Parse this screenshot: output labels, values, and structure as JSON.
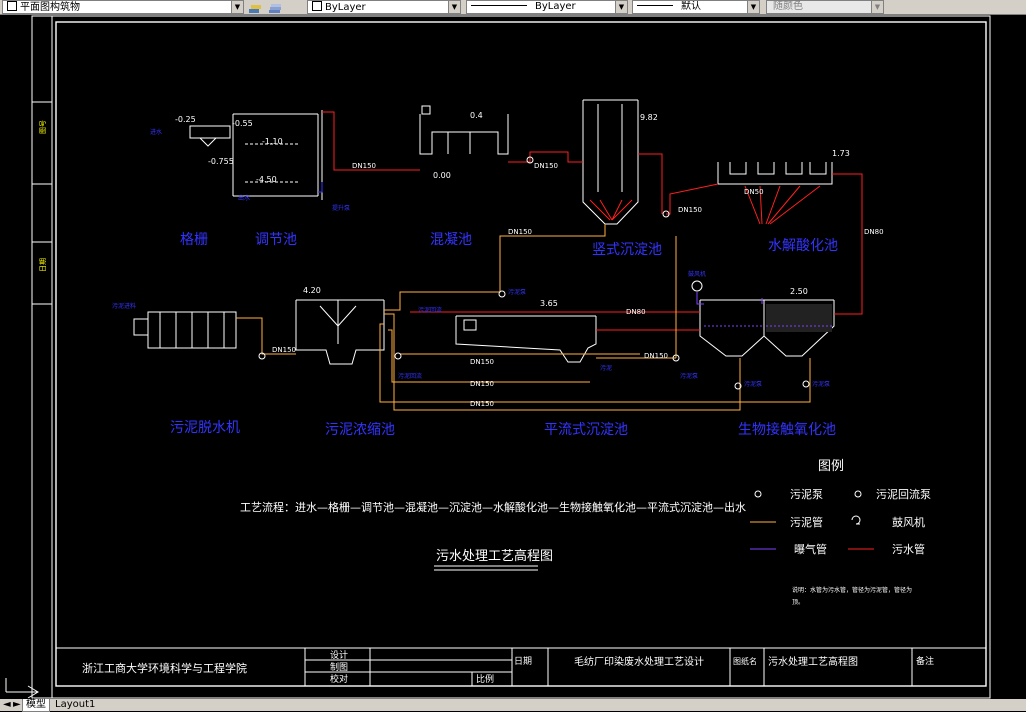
{
  "toolbar": {
    "layer_value": "平面图构筑物",
    "color_value": "ByLayer",
    "linetype_value": "ByLayer",
    "lineweight_value": "默认",
    "plotstyle_value": "随颜色"
  },
  "tabs": {
    "model": "模型",
    "layout1": "Layout1"
  },
  "side_strip": {
    "label_a": "图号",
    "label_b": "日期"
  },
  "drawing": {
    "levels": {
      "l1": "-0.25",
      "l2": "-0.55",
      "l3": "-1.10",
      "l4": "-0.755",
      "l5": "-4.50",
      "l6": "0.4",
      "l7": "0.00",
      "l8": "9.82",
      "l9": "1.73",
      "l10": "4.20",
      "l11": "3.65",
      "l12": "2.50"
    },
    "pipes": {
      "p1": "DN150",
      "p2": "DN150",
      "p3": "DN150",
      "p4": "DN150",
      "p5": "DN150",
      "p6": "DN50",
      "p7": "DN80",
      "p8": "DN80",
      "p9": "DN150",
      "p10": "DN150",
      "p11": "DN150",
      "p12": "DN150"
    },
    "small": {
      "inlet": "进水",
      "outlet": "出水",
      "pump1": "提升泵",
      "pump2": "污泥泵",
      "dewater_in": "污泥进料",
      "return1": "污泥回流",
      "return2": "污泥回流",
      "sludge": "污泥",
      "blower": "鼓风机",
      "pump3": "污泥泵",
      "pump4": "污泥泵",
      "pump5": "污泥泵"
    },
    "units": {
      "screen": "格栅",
      "equalization": "调节池",
      "coagulation": "混凝池",
      "vertical_settler": "竖式沉淀池",
      "hydrolysis": "水解酸化池",
      "dewatering": "污泥脱水机",
      "thickener": "污泥浓缩池",
      "horizontal_settler": "平流式沉淀池",
      "contact_oxidation": "生物接触氧化池"
    },
    "process": "工艺流程：进水—格栅—调节池—混凝池—沉淀池—水解酸化池—生物接触氧化池—平流式沉淀池—出水",
    "title": "污水处理工艺高程图",
    "note_line1": "说明：水管为污水管，管径为污泥管，管径为",
    "note_line2": "顶。"
  },
  "legend": {
    "heading": "图例",
    "sludge_pump": "污泥泵",
    "return_pump": "污泥回流泵",
    "sludge_pipe": "污泥管",
    "blower": "鼓风机",
    "aeration_pipe": "曝气管",
    "sewage_pipe": "污水管"
  },
  "titleblock": {
    "school": "浙江工商大学环境科学与工程学院",
    "design": "设计",
    "draw": "制图",
    "check": "校对",
    "date": "日期",
    "scale": "比例",
    "project": "毛纺厂印染废水处理工艺设计",
    "drawing_name_label": "图纸名",
    "drawing_name": "污水处理工艺高程图",
    "remarks": "备注"
  },
  "colors": {
    "background": "#000000",
    "frame": "#ffffff",
    "sewage_pipe": "#ff2020",
    "sludge_pipe": "#ffb040",
    "aeration_pipe": "#8040ff",
    "labels_blue": "#3333ff",
    "yellow_text": "#ffff00"
  }
}
